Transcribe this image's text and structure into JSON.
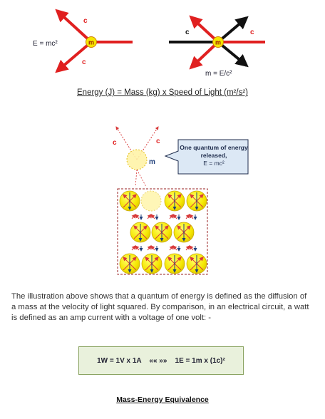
{
  "top_diagrams": {
    "left": {
      "equation": "E = mc²",
      "particle": "m",
      "arrow_labels": [
        "c",
        "c"
      ]
    },
    "right": {
      "equation": "m = E/c²",
      "particle": "m",
      "arrow_labels": [
        "c",
        "c"
      ]
    }
  },
  "subtitle": "Energy (J) = Mass (kg) x Speed of Light (m²/s²)",
  "release_diagram": {
    "arrow_labels": [
      "c",
      "c"
    ],
    "particle": "m",
    "callout_title": "One quantum of energy released,",
    "callout_equation": "E = mc²"
  },
  "paragraph": "The illustration above shows that a quantum of energy is defined as the diffusion of a mass at the velocity of light squared.  By comparison, in an electrical circuit, a watt is defined as an amp current with a voltage of one volt: -",
  "equation_box": "1W = 1V x 1A    «« »»    1E = 1m x (1c)²",
  "footer_title": "Mass-Energy Equivalence",
  "colors": {
    "arrow_red": "#e02020",
    "arrow_black": "#111111",
    "particle_yellow": "#f5e600",
    "grid_blue": "#1f3f7a",
    "callout_bg": "#dce8f5"
  }
}
